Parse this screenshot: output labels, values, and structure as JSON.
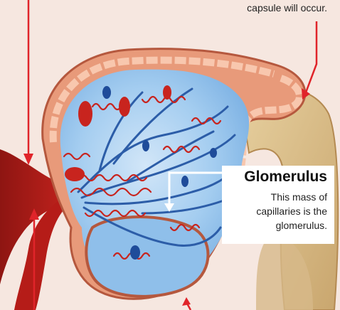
{
  "top_caption": "capsule will occur.",
  "glomerulus": {
    "title": "Glomerulus",
    "description": "This mass of capillaries is the glomerulus."
  },
  "colors": {
    "background": "#f6e7e0",
    "capsule": "#e89a7a",
    "capillary_mass": "#9cc8ee",
    "vessel": "#c8241e",
    "tubule": "#d9b98a",
    "pointer": "#e0242a"
  }
}
